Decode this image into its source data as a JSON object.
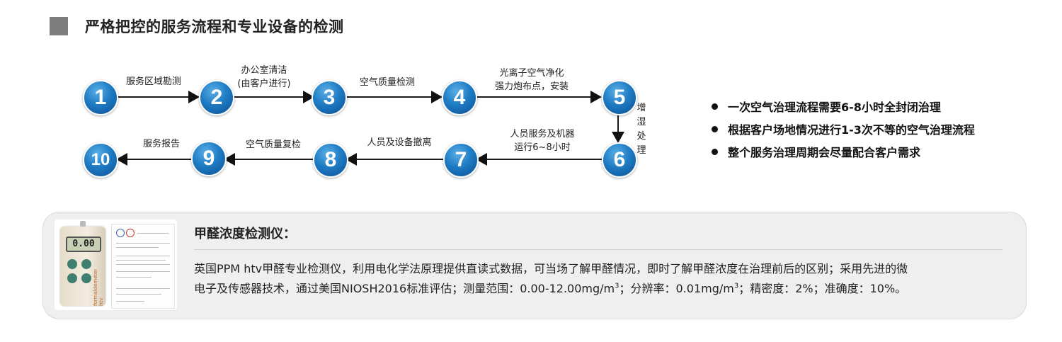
{
  "section": {
    "title": "严格把控的服务流程和专业设备的检测"
  },
  "flow": {
    "nodes": [
      "1",
      "2",
      "3",
      "4",
      "5",
      "6",
      "7",
      "8",
      "9",
      "10"
    ],
    "labels": {
      "s1": "服务区域勘测",
      "s2a": "办公室清洁",
      "s2b": "(由客户进行)",
      "s3": "空气质量检测",
      "s4a": "光离子空气净化",
      "s4b": "强力炮布点，安装",
      "s5a": "增",
      "s5b": "湿",
      "s5c": "处",
      "s5d": "理",
      "s6a": "人员服务及机器",
      "s6b": "运行6~8小时",
      "s7": "人员及设备撤离",
      "s8": "空气质量复检",
      "s9": "服务报告"
    }
  },
  "bullets": [
    "一次空气治理流程需要6-8小时全封闭治理",
    "根据客户场地情况进行1-3次不等的空气治理流程",
    "整个服务治理周期会尽量配合客户需求"
  ],
  "card": {
    "title": "甲醛浓度检测仪：",
    "device_display": "0.00",
    "device_brand": "formaldemeter htv",
    "text_line1": "英国PPM htv甲醛专业检测仪，利用电化学法原理提供直读式数据，可当场了解甲醛情况，即时了解甲醛浓度在治理前后的区别；采用先进的微",
    "text_line2_a": "电子及传感器技术，通过美国NIOSH2016标准评估；测量范围：0.00-12.00mg/m",
    "sup": "3",
    "text_line2_b": "；分辨率：0.01mg/m",
    "text_line2_c": "；精密度：2%；准确度：10%。"
  },
  "colors": {
    "node_blue": "#1f7cc4",
    "accent_gray": "#7d7d7d",
    "card_bg": "#efefef"
  }
}
